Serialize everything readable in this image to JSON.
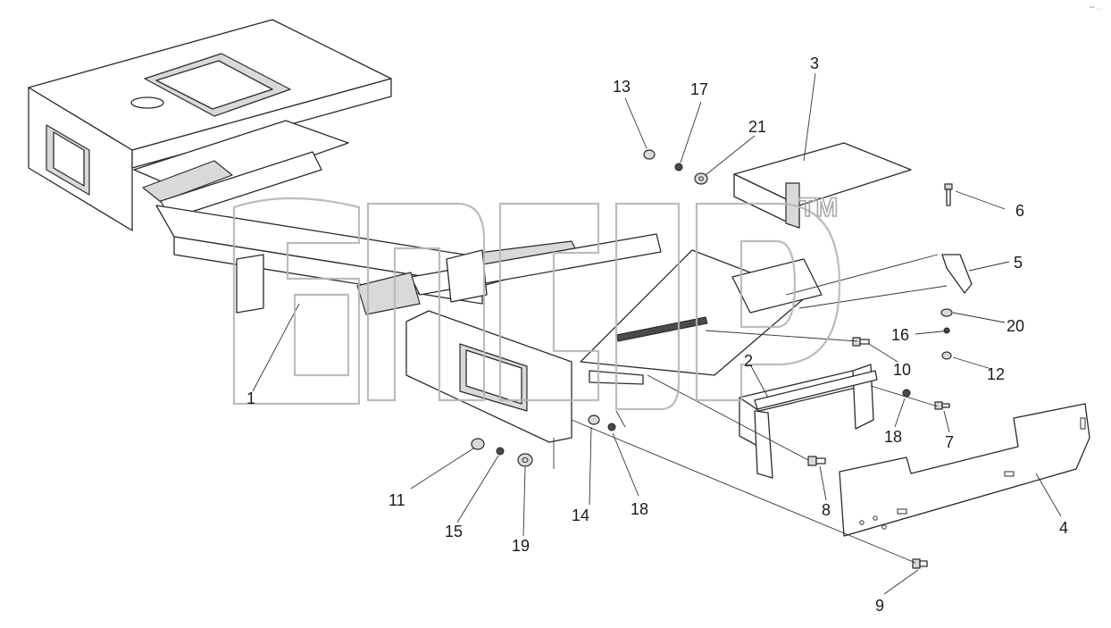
{
  "diagram": {
    "callouts": [
      {
        "id": "c1",
        "label": "1"
      },
      {
        "id": "c2",
        "label": "2"
      },
      {
        "id": "c3",
        "label": "3"
      },
      {
        "id": "c4",
        "label": "4"
      },
      {
        "id": "c5",
        "label": "5"
      },
      {
        "id": "c6",
        "label": "6"
      },
      {
        "id": "c7",
        "label": "7"
      },
      {
        "id": "c8",
        "label": "8"
      },
      {
        "id": "c9",
        "label": "9"
      },
      {
        "id": "c10",
        "label": "10"
      },
      {
        "id": "c11",
        "label": "11"
      },
      {
        "id": "c12",
        "label": "12"
      },
      {
        "id": "c13",
        "label": "13"
      },
      {
        "id": "c14",
        "label": "14"
      },
      {
        "id": "c15",
        "label": "15"
      },
      {
        "id": "c16",
        "label": "16"
      },
      {
        "id": "c17",
        "label": "17"
      },
      {
        "id": "c18a",
        "label": "18"
      },
      {
        "id": "c18b",
        "label": "18"
      },
      {
        "id": "c19",
        "label": "19"
      },
      {
        "id": "c20",
        "label": "20"
      },
      {
        "id": "c21",
        "label": "21"
      }
    ],
    "watermark": {
      "trademark": "TM"
    },
    "corner_mark": "°° ···"
  },
  "colors": {
    "line": "#2b2b2b",
    "watermark": "#b5b5b5",
    "background": "#ffffff"
  }
}
